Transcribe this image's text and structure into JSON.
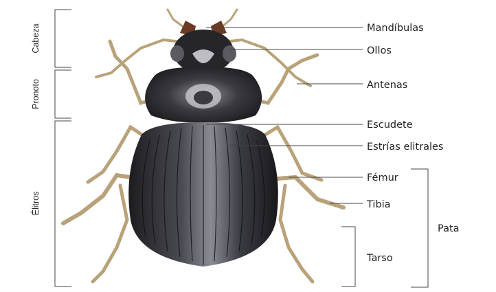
{
  "regions": {
    "head": "Cabeza",
    "pronotum": "Pronoto",
    "elytra": "Élitros"
  },
  "parts": {
    "mandibles": "Mandíbulas",
    "eyes": "Ollos",
    "antennae": "Antenas",
    "scutellum": "Escudete",
    "elytral_striae": "Estrías elitrales",
    "femur": "Fémur",
    "tibia": "Tibia",
    "tarsus": "Tarso",
    "leg": "Pata"
  },
  "colors": {
    "background": "#ffffff",
    "leader_line": "#444444",
    "beetle_body": "#2a2a2e",
    "beetle_legs": "#b9a27a"
  }
}
